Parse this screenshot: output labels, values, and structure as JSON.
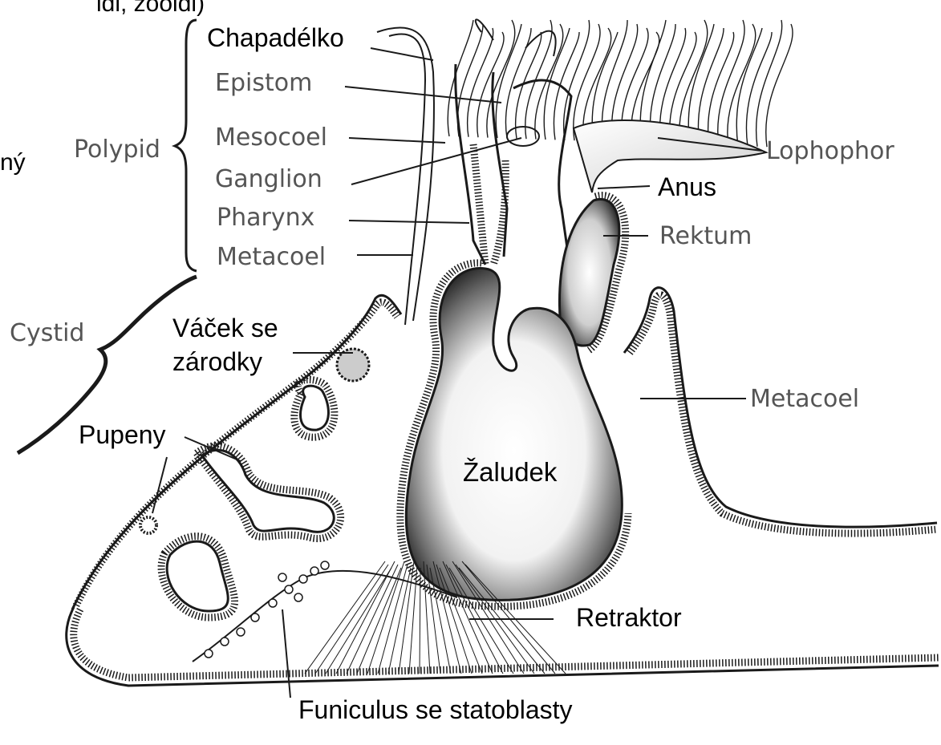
{
  "top_left_fragments": [
    "ldi, zooidi)",
    "ný"
  ],
  "brace_groups": {
    "polypid": "Polypid",
    "cystid": "Cystid"
  },
  "labels": {
    "chapadelko": "Chapadélko",
    "epistom": "Epistom",
    "mesocoel": "Mesocoel",
    "ganglion": "Ganglion",
    "pharynx": "Pharynx",
    "metacoel_left": "Metacoel",
    "lophophor": "Lophophor",
    "anus": "Anus",
    "rektum": "Rektum",
    "vacek_line1": "Váček se",
    "vacek_line2": "zárodky",
    "pupeny": "Pupeny",
    "zaludek": "Žaludek",
    "metacoel_right": "Metacoel",
    "retraktor": "Retraktor",
    "funiculus": "Funiculus se statoblasty"
  },
  "colors": {
    "ink": "#1a1a1a",
    "text": "#000000",
    "printed_text": "#555555",
    "stomach_shade": "#2a2a2a"
  }
}
